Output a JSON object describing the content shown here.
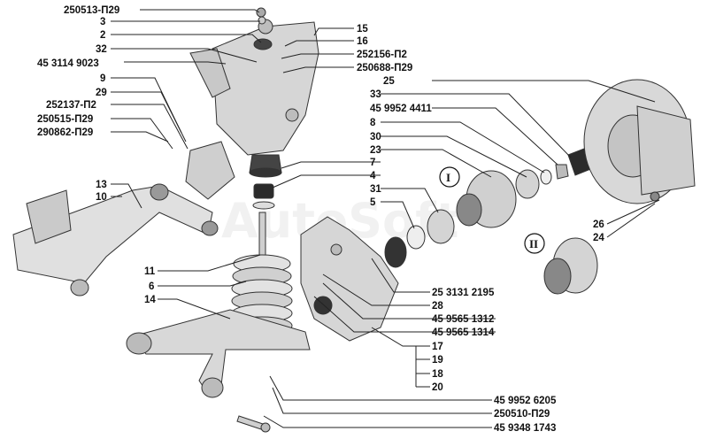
{
  "watermark": "AutoSoft",
  "colors": {
    "metal": "#d9d9d9",
    "metal_dark": "#9a9a9a",
    "rubber": "#2b2b2b",
    "spring": "#cfcfcf",
    "line": "#222222"
  },
  "left_labels": [
    "250513-П29",
    "3",
    "2",
    "32",
    "45 3114 9023",
    "9",
    "29",
    "252137-П2",
    "250515-П29",
    "290862-П29",
    "13",
    "10",
    "11",
    "6",
    "14"
  ],
  "right_labels": [
    "15",
    "16",
    "252156-П2",
    "250688-П29",
    "25",
    "33",
    "45 9952 4411",
    "8",
    "30",
    "23",
    "7",
    "4",
    "31",
    "5",
    "26",
    "24",
    "25 3131 2195",
    "28",
    "45 9565 1312",
    "45 9565 1314",
    "17",
    "19",
    "18",
    "20",
    "45 9952 6205",
    "250510-П29",
    "45 9348 1743"
  ],
  "roman_labels": [
    "I",
    "II"
  ]
}
